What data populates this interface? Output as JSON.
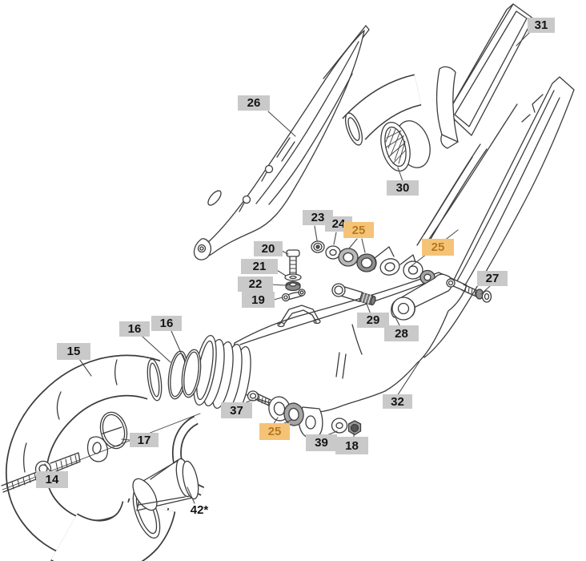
{
  "diagram": {
    "description": "Exploded parts diagram of a motorcycle exhaust system (header pipe, silencer, heat shield, covers and mounting hardware)",
    "colors": {
      "label_background": "#c9c9c9",
      "label_text": "#141414",
      "highlight_background": "#f5c378",
      "highlight_text": "#b5791c",
      "line_art": "#3c3c3c"
    },
    "labels": {
      "26": {
        "text": "26",
        "highlighted": false
      },
      "31": {
        "text": "31",
        "highlighted": false
      },
      "30": {
        "text": "30",
        "highlighted": false
      },
      "23": {
        "text": "23",
        "highlighted": false
      },
      "24": {
        "text": "24",
        "highlighted": false
      },
      "25a": {
        "text": "25",
        "highlighted": true
      },
      "25b": {
        "text": "25",
        "highlighted": true
      },
      "25c": {
        "text": "25",
        "highlighted": true
      },
      "20": {
        "text": "20",
        "highlighted": false
      },
      "21": {
        "text": "21",
        "highlighted": false
      },
      "22": {
        "text": "22",
        "highlighted": false
      },
      "19": {
        "text": "19",
        "highlighted": false
      },
      "27": {
        "text": "27",
        "highlighted": false
      },
      "29": {
        "text": "29",
        "highlighted": false
      },
      "28": {
        "text": "28",
        "highlighted": false
      },
      "16a": {
        "text": "16",
        "highlighted": false
      },
      "16b": {
        "text": "16",
        "highlighted": false
      },
      "15": {
        "text": "15",
        "highlighted": false
      },
      "32": {
        "text": "32",
        "highlighted": false
      },
      "37": {
        "text": "37",
        "highlighted": false
      },
      "17": {
        "text": "17",
        "highlighted": false
      },
      "39": {
        "text": "39",
        "highlighted": false
      },
      "18": {
        "text": "18",
        "highlighted": false
      },
      "14": {
        "text": "14",
        "highlighted": false
      },
      "42": {
        "text": "42*",
        "highlighted": false
      }
    }
  }
}
